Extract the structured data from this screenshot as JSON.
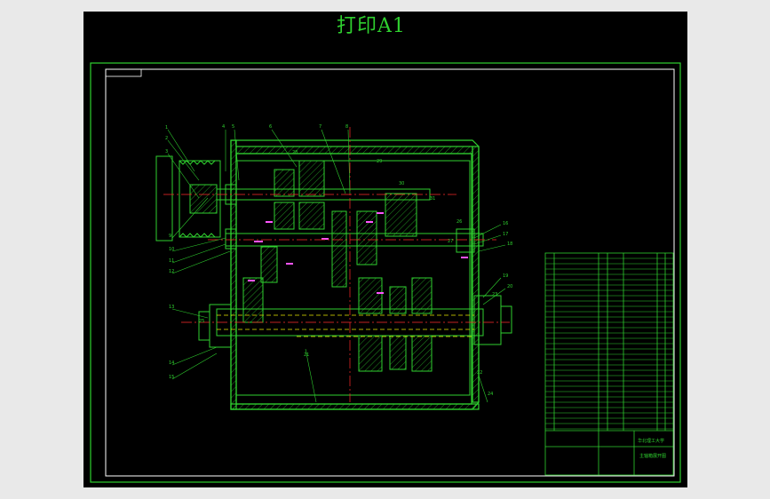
{
  "drawing": {
    "title": "打印A1",
    "colors": {
      "background": "#000000",
      "outline": "#2fd02f",
      "white_frame": "#ffffff",
      "center_line": "#ff2a2a",
      "hidden_line": "#e8e800",
      "highlight": "#ff55ff",
      "hatch": "#2fd02f"
    }
  },
  "callouts": [
    "1",
    "2",
    "3",
    "4",
    "5",
    "6",
    "7",
    "8",
    "9",
    "10",
    "11",
    "12",
    "13",
    "14",
    "15",
    "16",
    "17",
    "18",
    "19",
    "20",
    "21",
    "22",
    "23",
    "24",
    "25",
    "26",
    "27",
    "28",
    "29",
    "30",
    "31"
  ],
  "title_block": {
    "school": "华北理工大学",
    "drawing_name": "主轴箱展开图"
  }
}
